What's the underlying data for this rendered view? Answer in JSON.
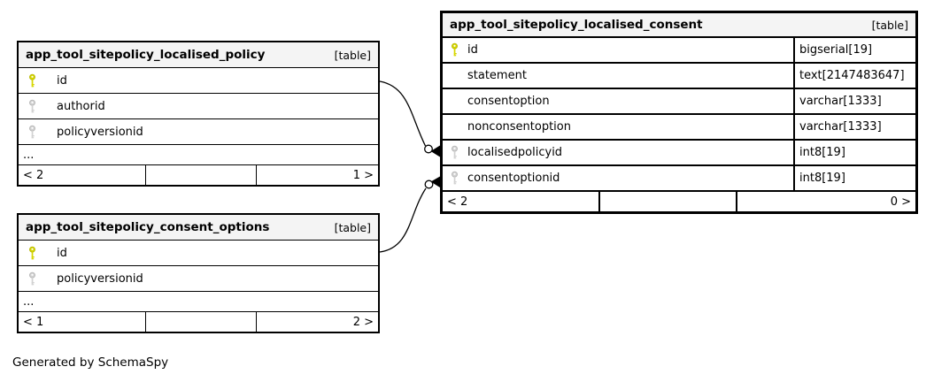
{
  "app": {
    "generated_by": "Generated by SchemaSpy"
  },
  "colors": {
    "primary_key": "#d6d600",
    "foreign_key": "#d2d2d2",
    "header_bg": "#f4f4f4",
    "border": "#000000",
    "canvas": "#ffffff"
  },
  "tables": [
    {
      "name": "app_tool_sitepolicy_localised_policy",
      "tag": "[table]",
      "columns": [
        {
          "name": "id",
          "key": "primary"
        },
        {
          "name": "authorid",
          "key": "foreign"
        },
        {
          "name": "policyversionid",
          "key": "foreign"
        }
      ],
      "ellipsis": "...",
      "pager": {
        "left": "< 2",
        "right": "1 >"
      }
    },
    {
      "name": "app_tool_sitepolicy_consent_options",
      "tag": "[table]",
      "columns": [
        {
          "name": "id",
          "key": "primary"
        },
        {
          "name": "policyversionid",
          "key": "foreign"
        }
      ],
      "ellipsis": "...",
      "pager": {
        "left": "< 1",
        "right": "2 >"
      }
    },
    {
      "name": "app_tool_sitepolicy_localised_consent",
      "tag": "[table]",
      "columns": [
        {
          "name": "id",
          "key": "primary",
          "type": "bigserial[19]"
        },
        {
          "name": "statement",
          "key": "none",
          "type": "text[2147483647]"
        },
        {
          "name": "consentoption",
          "key": "none",
          "type": "varchar[1333]"
        },
        {
          "name": "nonconsentoption",
          "key": "none",
          "type": "varchar[1333]"
        },
        {
          "name": "localisedpolicyid",
          "key": "foreign",
          "type": "int8[19]"
        },
        {
          "name": "consentoptionid",
          "key": "foreign",
          "type": "int8[19]"
        }
      ],
      "pager": {
        "left": "< 2",
        "right": "0 >"
      }
    }
  ],
  "relationships": [
    {
      "from": "app_tool_sitepolicy_localised_policy.id",
      "to": "app_tool_sitepolicy_localised_consent.localisedpolicyid"
    },
    {
      "from": "app_tool_sitepolicy_consent_options.id",
      "to": "app_tool_sitepolicy_localised_consent.consentoptionid"
    }
  ]
}
